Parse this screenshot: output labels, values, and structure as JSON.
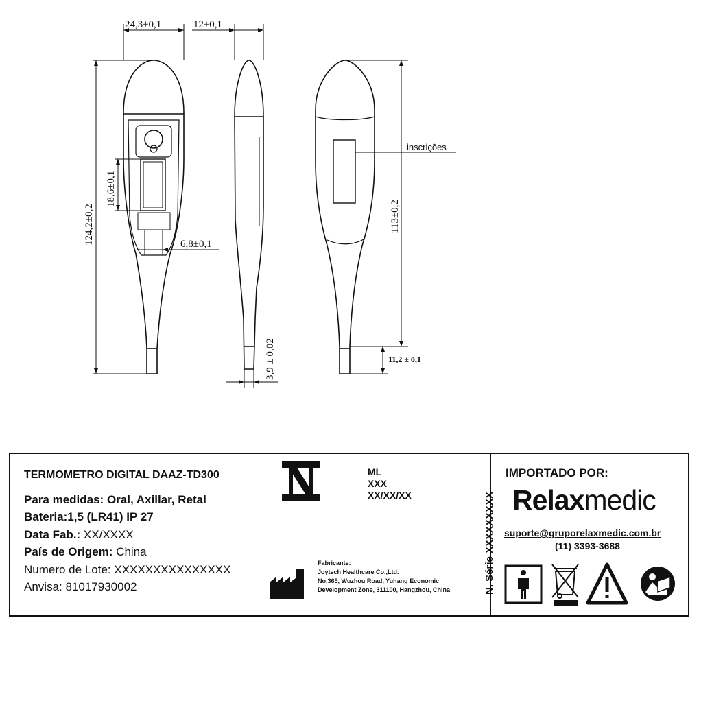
{
  "drawing": {
    "dim_width": "24,3±0,1",
    "dim_thickness": "12±0,1",
    "dim_display_height": "18,6±0,1",
    "dim_display_width": "6,8±0,1",
    "dim_total_length": "124,2±0,2",
    "dim_tip_diameter": "3,9 ± 0,02",
    "dim_body_length": "113±0,2",
    "dim_tip_length": "11,2 ± 0,1",
    "callout": "inscrições"
  },
  "label": {
    "title": "TERMOMETRO DIGITAL DAAZ-TD300",
    "line1": "Para medidas: Oral, Axillar, Retal",
    "line2": "Bateria:1,5 (LR41) IP 27",
    "fab_label": "Data Fab.:",
    "fab_value": "XX/XXXX",
    "origin_label": "País de Origem:",
    "origin_value": "China",
    "lot": "Numero de Lote: XXXXXXXXXXXXXXX",
    "anvisa": "Anvisa: 81017930002",
    "ml": "ML",
    "xxx": "XXX",
    "date": "XX/XX/XX",
    "manufacturer_heading": "Fabricante:",
    "manufacturer_name": "Joytech Healthcare Co.,Ltd.",
    "manufacturer_addr1": "No.365, Wuzhou Road, Yuhang Economic",
    "manufacturer_addr2": "Development Zone, 311100, Hangzhou, China",
    "serial": "N. Série XXXXXXXXX",
    "imported_by": "IMPORTADO POR:",
    "brand_part1": "Relax",
    "brand_part2": "medic",
    "email": "suporte@gruporelaxmedic.com.br",
    "phone": "(11) 3393-3688",
    "icons": [
      "inmetro-icon",
      "manufacturer-factory-icon",
      "type-b-applied-part-icon",
      "weee-crossed-bin-icon",
      "warning-triangle-icon",
      "read-manual-icon"
    ]
  }
}
